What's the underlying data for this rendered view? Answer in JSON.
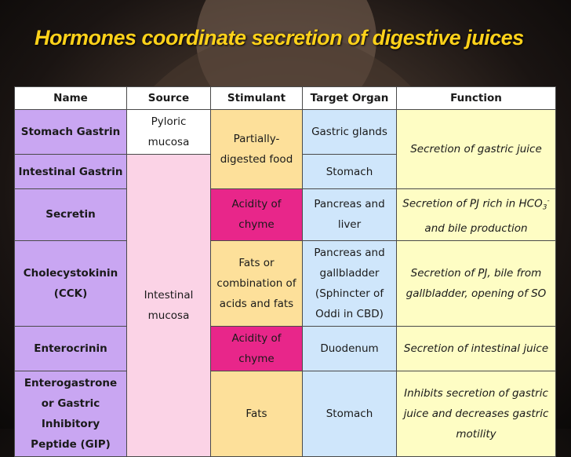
{
  "title": "Hormones coordinate secretion of digestive juices",
  "headers": {
    "name": "Name",
    "source": "Source",
    "stimulant": "Stimulant",
    "target": "Target Organ",
    "function": "Function"
  },
  "rows": {
    "stomach_gastrin": {
      "name": "Stomach Gastrin",
      "source": "Pyloric mucosa",
      "target": "Gastric glands"
    },
    "intestinal_gastrin": {
      "name": "Intestinal Gastrin",
      "target": "Stomach"
    },
    "gastrin_shared": {
      "stimulant": "Partially-digested food",
      "function": "Secretion of gastric juice"
    },
    "intestinal_source": "Intestinal mucosa",
    "secretin": {
      "name": "Secretin",
      "stimulant": "Acidity of chyme",
      "target": "Pancreas and liver",
      "function_pre": "Secretion of PJ rich in HCO",
      "function_sub": "3",
      "function_sup": "-",
      "function_post": "and bile production"
    },
    "cck": {
      "name": "Cholecystokinin (CCK)",
      "stimulant": "Fats or combination of acids and fats",
      "target": "Pancreas and gallbladder (Sphincter of Oddi in CBD)",
      "function": "Secretion of PJ, bile from gallbladder, opening of SO"
    },
    "enterocrinin": {
      "name": "Enterocrinin",
      "stimulant": "Acidity of chyme",
      "target": "Duodenum",
      "function": "Secretion of intestinal juice"
    },
    "gip": {
      "name": "Enterogastrone or Gastric Inhibitory Peptide (GIP)",
      "stimulant": "Fats",
      "target": "Stomach",
      "function": "Inhibits secretion of gastric juice and decreases gastric motility"
    }
  }
}
